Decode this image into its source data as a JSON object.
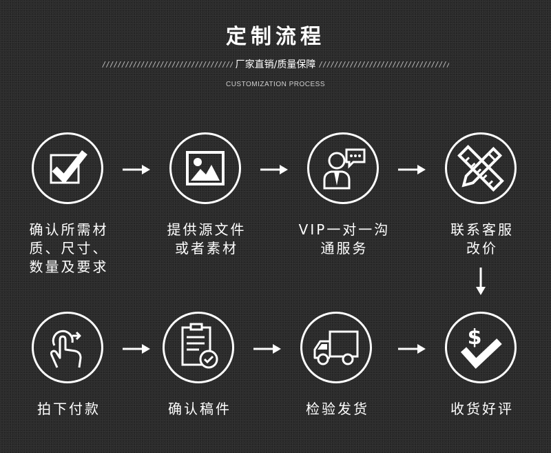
{
  "header": {
    "title": "定制流程",
    "subtitle": "厂家直销/质量保障",
    "english": "CUSTOMIZATION PROCESS",
    "slashes": "////////////////////////////////////////"
  },
  "steps": [
    {
      "icon": "checkbox-icon",
      "lines": [
        "确认所需材",
        "质、尺寸、",
        "数量及要求"
      ]
    },
    {
      "icon": "image-icon",
      "lines": [
        "提供源文件",
        "或者素材"
      ]
    },
    {
      "icon": "customer-service-icon",
      "lines": [
        "VIP一对一沟",
        "通服务"
      ]
    },
    {
      "icon": "ruler-pencil-icon",
      "lines": [
        "联系客服",
        "改价"
      ]
    },
    {
      "icon": "dollar-check-icon",
      "lines": [
        "收货好评"
      ]
    },
    {
      "icon": "truck-icon",
      "lines": [
        "检验发货"
      ]
    },
    {
      "icon": "document-check-icon",
      "lines": [
        "确认稿件"
      ]
    },
    {
      "icon": "hand-tap-icon",
      "lines": [
        "拍下付款"
      ]
    }
  ],
  "colors": {
    "background": "#2b2b2b",
    "foreground": "#ffffff"
  }
}
